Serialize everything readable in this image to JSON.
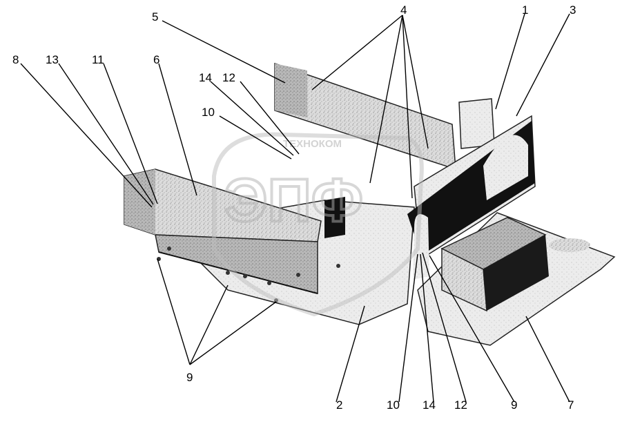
{
  "watermark": {
    "top_text": "ТЕХНОКОМ",
    "main_text": "ЭПФ"
  },
  "callouts": [
    {
      "id": "c1",
      "label": "1"
    },
    {
      "id": "c2",
      "label": "2"
    },
    {
      "id": "c3",
      "label": "3"
    },
    {
      "id": "c4",
      "label": "4"
    },
    {
      "id": "c5",
      "label": "5"
    },
    {
      "id": "c6",
      "label": "6"
    },
    {
      "id": "c7",
      "label": "7"
    },
    {
      "id": "c8",
      "label": "8"
    },
    {
      "id": "c9-left",
      "label": "9"
    },
    {
      "id": "c9-right",
      "label": "9"
    },
    {
      "id": "c10-top",
      "label": "10"
    },
    {
      "id": "c10-bottom",
      "label": "10"
    },
    {
      "id": "c11",
      "label": "11"
    },
    {
      "id": "c12-top",
      "label": "12"
    },
    {
      "id": "c12-bottom",
      "label": "12"
    },
    {
      "id": "c13",
      "label": "13"
    },
    {
      "id": "c14-top",
      "label": "14"
    },
    {
      "id": "c14-bottom",
      "label": "14"
    }
  ],
  "colors": {
    "panel_light": "#e6e6e6",
    "panel_mid": "#c9c9c9",
    "panel_dark": "#9a9a9a",
    "black": "#111111",
    "watermark": "#bdbdbd"
  }
}
